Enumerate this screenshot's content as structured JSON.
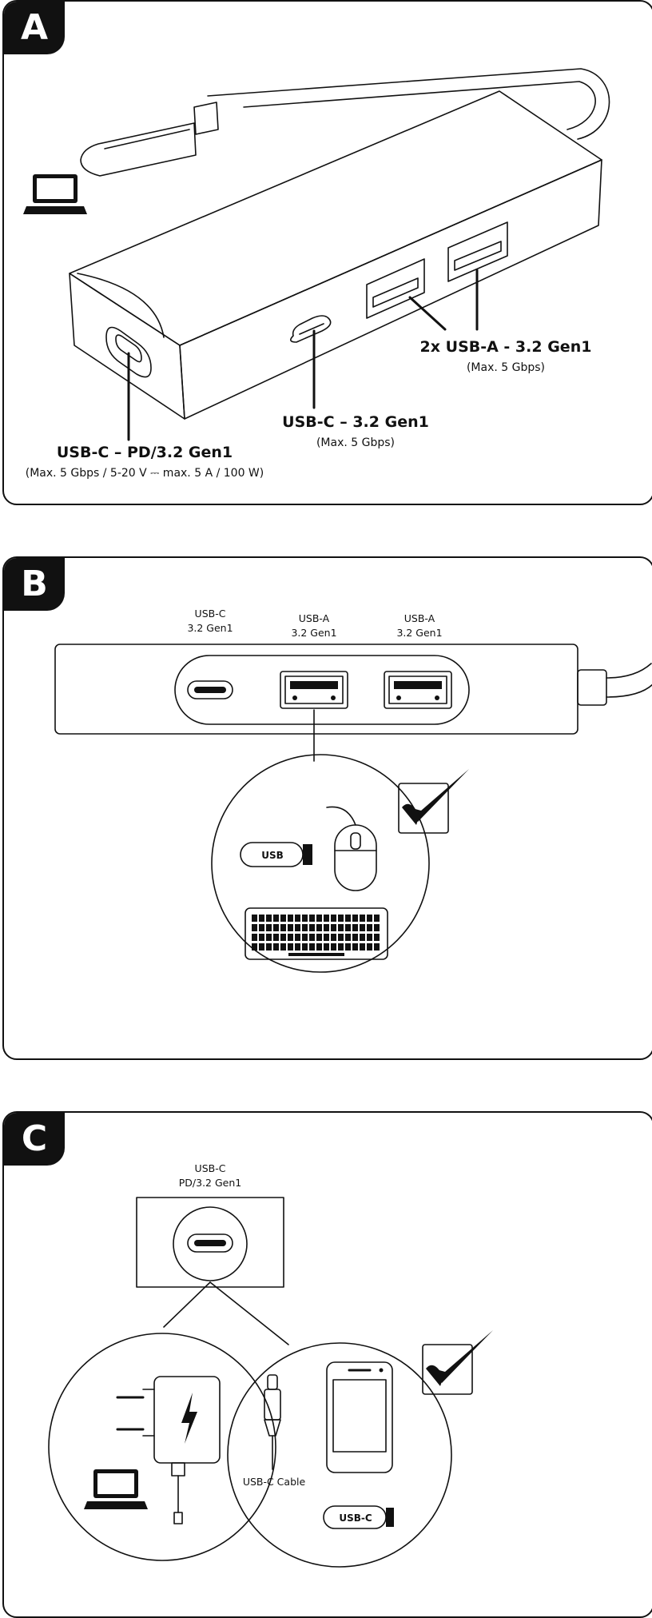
{
  "panels": {
    "a": {
      "badge": "A",
      "pd_port_label": "USB-C – PD/3.2 Gen1",
      "pd_port_sub": "(Max. 5 Gbps / 5-20 V ⎓ max. 5 A / 100 W)",
      "usbc_label": "USB-C – 3.2 Gen1",
      "usbc_sub": "(Max. 5 Gbps)",
      "usba_label": "2x USB-A - 3.2 Gen1",
      "usba_sub": "(Max. 5 Gbps)"
    },
    "b": {
      "badge": "B",
      "port1_line1": "USB-C",
      "port1_line2": "3.2 Gen1",
      "port2_line1": "USB-A",
      "port2_line2": "3.2 Gen1",
      "port3_line1": "USB-A",
      "port3_line2": "3.2 Gen1",
      "usb_stick_text": "USB"
    },
    "c": {
      "badge": "C",
      "port_line1": "USB-C",
      "port_line2": "PD/3.2 Gen1",
      "cable_label": "USB-C Cable",
      "usbc_stick_text": "USB-C"
    }
  }
}
